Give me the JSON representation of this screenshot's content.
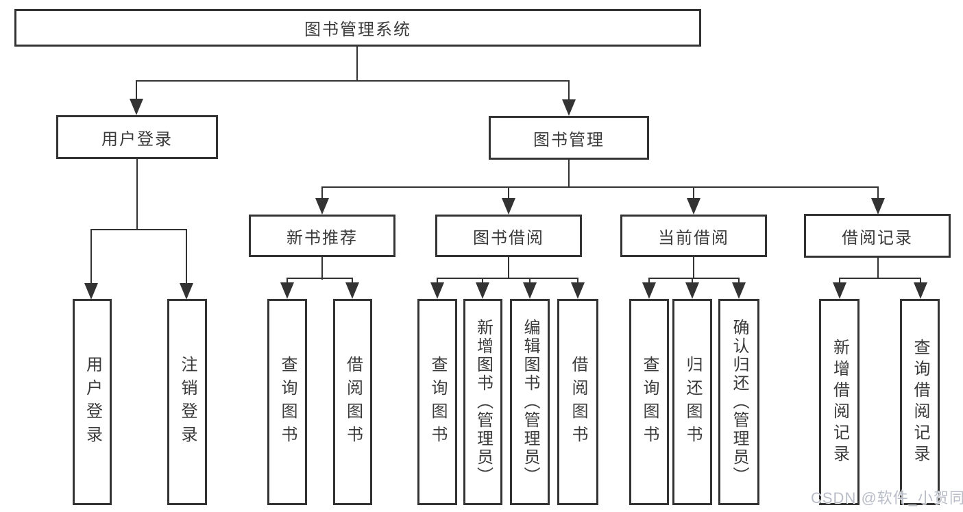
{
  "title": "图书管理系统",
  "tree": {
    "root": {
      "label": "图书管理系统"
    },
    "branches": [
      {
        "label": "用户登录",
        "children": [
          {
            "label": "用户登录"
          },
          {
            "label": "注销登录"
          }
        ]
      },
      {
        "label": "图书管理",
        "groups": [
          {
            "label": "新书推荐",
            "children": [
              {
                "label": "查询图书"
              },
              {
                "label": "借阅图书"
              }
            ]
          },
          {
            "label": "图书借阅",
            "children": [
              {
                "label": "查询图书"
              },
              {
                "label": "新增图书（管理员）"
              },
              {
                "label": "编辑图书（管理员）"
              },
              {
                "label": "借阅图书"
              }
            ]
          },
          {
            "label": "当前借阅",
            "children": [
              {
                "label": "查询图书"
              },
              {
                "label": "归还图书"
              },
              {
                "label": "确认归还（管理员）"
              }
            ]
          },
          {
            "label": "借阅记录",
            "children": [
              {
                "label": "新增借阅记录"
              },
              {
                "label": "查询借阅记录"
              }
            ]
          }
        ]
      }
    ]
  },
  "watermark": "CSDN @软件_小贺同学",
  "colors": {
    "line": "#333333",
    "text": "#3a3a3a",
    "background": "#ffffff",
    "watermark": "#b9bdc7"
  }
}
